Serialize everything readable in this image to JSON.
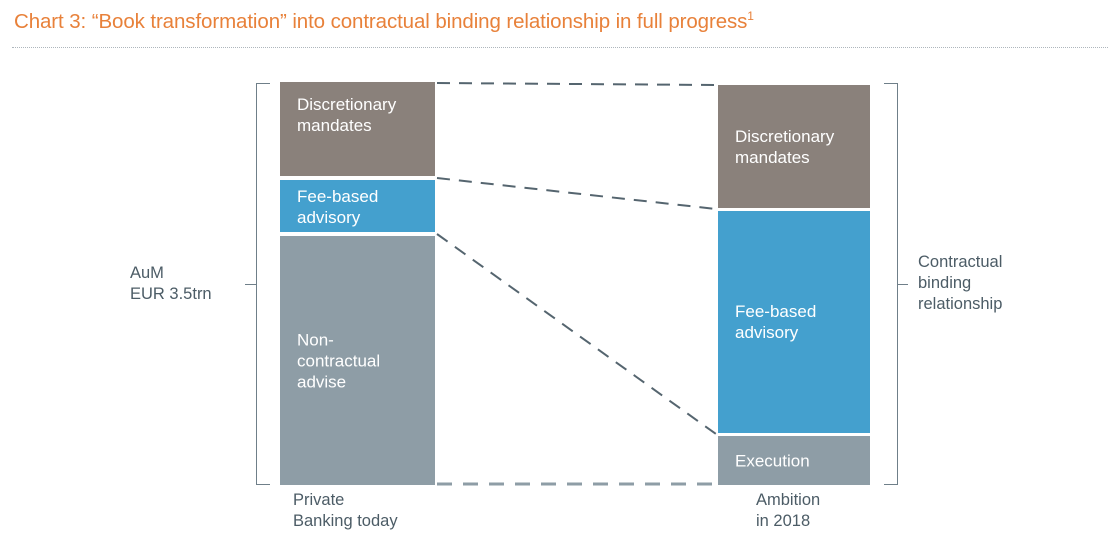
{
  "title": {
    "text": "Chart 3: “Book transformation” into contractual binding relationship in full progress",
    "footnote_marker": "1",
    "color": "#E8813A"
  },
  "colors": {
    "discretionary_mandates": "#8A817B",
    "fee_based_advisory": "#44A0CE",
    "non_contractual_advise": "#8E9DA6",
    "execution": "#8E9DA6",
    "text_gray": "#4C5C66",
    "bracket": "#6F7F89",
    "connector": "#55656F"
  },
  "left_axis_label": "AuM\nEUR 3.5trn",
  "right_axis_label": "Contractual\nbinding\nrelationship",
  "columns": [
    {
      "caption": "Private\nBanking today",
      "segments": [
        {
          "label": "Discretionary\nmandates",
          "color_key": "discretionary_mandates"
        },
        {
          "label": "Fee-based\nadvisory",
          "color_key": "fee_based_advisory"
        },
        {
          "label": "Non-\ncontractual\nadvise",
          "color_key": "non_contractual_advise"
        }
      ]
    },
    {
      "caption": "Ambition\nin 2018",
      "segments": [
        {
          "label": "Discretionary\nmandates",
          "color_key": "discretionary_mandates"
        },
        {
          "label": "Fee-based\nadvisory",
          "color_key": "fee_based_advisory"
        },
        {
          "label": "Execution",
          "color_key": "execution"
        }
      ]
    }
  ],
  "chart_data": {
    "type": "bar",
    "title": "Chart 3: “Book transformation” into contractual binding relationship in full progress¹",
    "xlabel": "",
    "ylabel": "AuM EUR 3.5trn",
    "stacked": true,
    "normalized": true,
    "ylim": [
      0,
      100
    ],
    "grid": false,
    "legend": "none (in-bar labels)",
    "categories": [
      "Private Banking today",
      "Ambition in 2018"
    ],
    "series": [
      {
        "name": "Discretionary mandates",
        "color": "#8A817B",
        "values": [
          23.3,
          30.7
        ]
      },
      {
        "name": "Fee-based advisory",
        "color": "#44A0CE",
        "values": [
          12.9,
          55.5
        ]
      },
      {
        "name": "Non-contractual advise",
        "color": "#8E9DA6",
        "values": [
          62.0,
          0
        ]
      },
      {
        "name": "Execution",
        "color": "#8E9DA6",
        "values": [
          0,
          12.2
        ]
      }
    ],
    "annotations": [
      "AuM EUR 3.5trn",
      "Contractual binding relationship"
    ],
    "connectors": [
      {
        "from": "Private Banking today: top of Discretionary mandates",
        "to": "Ambition in 2018: top of Discretionary mandates"
      },
      {
        "from": "Private Banking today: top of Fee-based advisory",
        "to": "Ambition in 2018: top of Fee-based advisory"
      },
      {
        "from": "Private Banking today: top of Non-contractual advise",
        "to": "Ambition in 2018: top of Execution"
      },
      {
        "from": "Private Banking today: bar baseline",
        "to": "Ambition in 2018: bar baseline"
      }
    ]
  }
}
